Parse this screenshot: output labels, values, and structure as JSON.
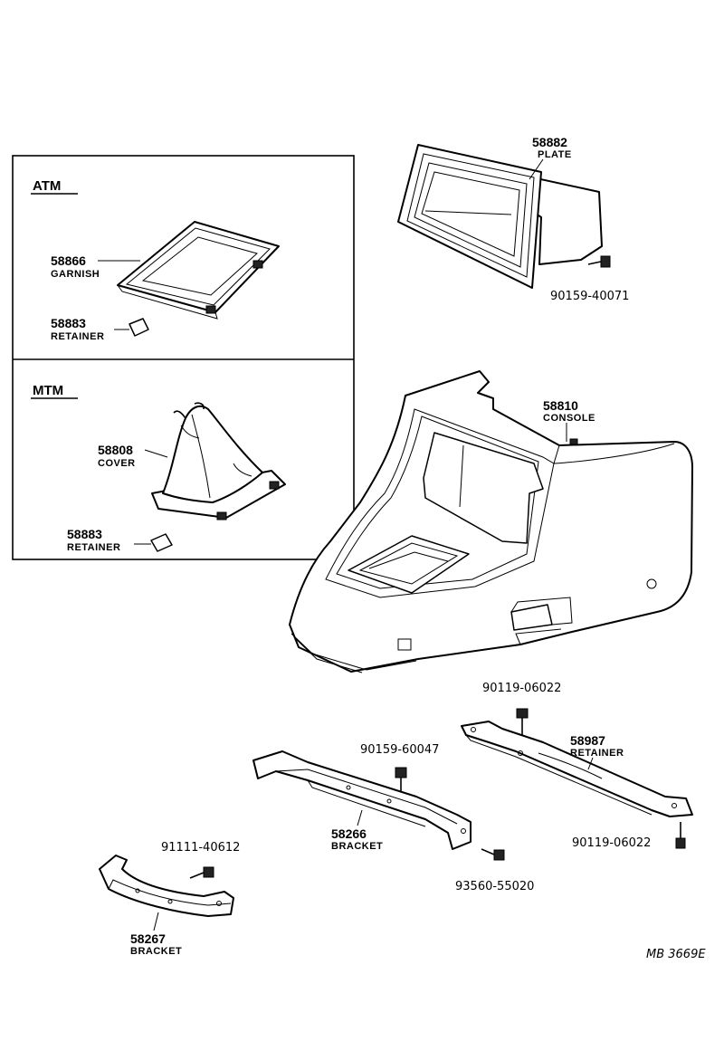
{
  "sections": {
    "atm": "ATM",
    "mtm": "MTM"
  },
  "callouts": {
    "plate": {
      "number": "58882",
      "name": "PLATE"
    },
    "garnish": {
      "number": "58866",
      "name": "GARNISH"
    },
    "retainer_atm": {
      "number": "58883",
      "name": "RETAINER"
    },
    "console": {
      "number": "58810",
      "name": "CONSOLE"
    },
    "cover": {
      "number": "58808",
      "name": "COVER"
    },
    "retainer_mtm": {
      "number": "58883",
      "name": "RETAINER"
    },
    "retainer_rear": {
      "number": "58987",
      "name": "RETAINER"
    },
    "bracket_front": {
      "number": "58266",
      "name": "BRACKET"
    },
    "bracket_small": {
      "number": "58267",
      "name": "BRACKET"
    }
  },
  "fasteners": {
    "screw_plate": "90159-40071",
    "bolt_retainer_top": "90119-06022",
    "screw_bracket": "90159-60047",
    "bolt_retainer_bottom": "90119-06022",
    "screw_small_bracket": "91111-40612",
    "screw_bracket_end": "93560-55020"
  },
  "diagram_code": "MB 3669E"
}
